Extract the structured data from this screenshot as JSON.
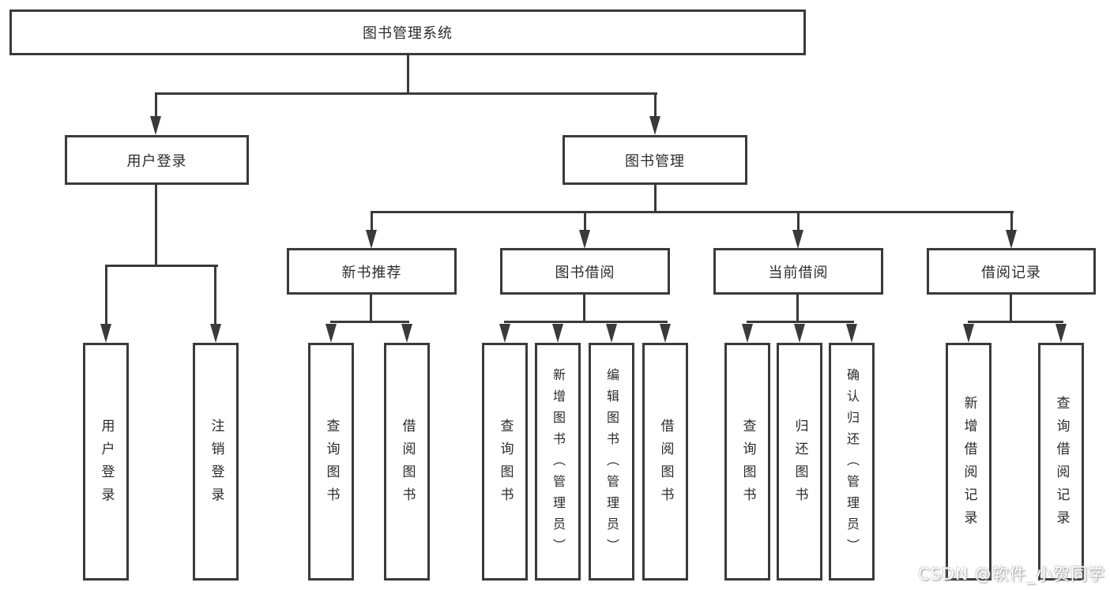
{
  "diagram": {
    "root_label": "图书管理系统",
    "branches": [
      {
        "label": "用户登录",
        "children": [
          "用户登录",
          "注销登录"
        ]
      },
      {
        "label": "图书管理",
        "sections": [
          {
            "label": "新书推荐",
            "children": [
              "查询图书",
              "借阅图书"
            ]
          },
          {
            "label": "图书借阅",
            "children": [
              "查询图书",
              "新增图书（管理员）",
              "编辑图书（管理员）",
              "借阅图书"
            ]
          },
          {
            "label": "当前借阅",
            "children": [
              "查询图书",
              "归还图书",
              "确认归还（管理员）"
            ]
          },
          {
            "label": "借阅记录",
            "children": [
              "新增借阅记录",
              "查询借阅记录"
            ]
          }
        ]
      }
    ]
  },
  "watermark": "CSDN @软件_小贺同学",
  "colors": {
    "line": "#3a3a3a",
    "text": "#2b2b2b",
    "background": "#ffffff"
  }
}
